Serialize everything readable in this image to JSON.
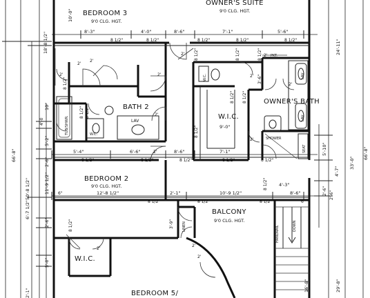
{
  "rooms": {
    "bedroom3": "BEDROOM 3",
    "bedroom3_sub": "9'0 CLG. HGT.",
    "owners_suite": "OWNER'S SUITE",
    "owners_suite_sub": "9'0 CLG. HGT.",
    "bath2": "BATH 2",
    "lav": "LAV",
    "tub_shwr": "TUB/SHWR.",
    "wc": "W.C.",
    "wic": "W.I.C.",
    "wic_sub": "9'-0\"",
    "owners_bath": "OWNER'S BATH",
    "shower": "SHOWER",
    "seat": "SEAT",
    "lav2": "LAV",
    "lav3": "LAV",
    "wc2": "W.C.",
    "bedroom2": "BEDROOM 2",
    "bedroom2_sub": "9'0 CLG. HGT.",
    "balcony": "BALCONY",
    "balcony_sub": "9'0 CLG. HGT.",
    "linen": "LINEN",
    "wic2": "W.I.C.",
    "bedroom5": "BEDROOM 5/",
    "down": "DOWN",
    "handrail": "HANDRAIL",
    "pkt": "PKT."
  },
  "dims": {
    "d_10_0": "10'-0\"",
    "d_18_8": "18'-8 1/2\"",
    "d_8_3": "8'-3\"",
    "d_4_0": "4'-0\"",
    "d_8_6": "8'-6\"",
    "d_7_1": "7'-1\"",
    "d_5_6": "5'-6\"",
    "d_24_11": "24'-11\"",
    "d_66_8": "66'-8\"",
    "d_66_8b": "66'-8\"",
    "d_50_8": "50'-8 1/2\"",
    "d_10": "10\"",
    "d_5_2": "5'-2\"",
    "d_2_6": "2'-6\"",
    "d_5_4": "5'-4\"",
    "d_6_6": "6'-6\"",
    "d_8_6b": "8'-6\"",
    "d_7_1b": "7'-1\"",
    "d_5_10": "5'-10\"",
    "d_4_7": "4'-7\"",
    "d_11_9": "11'-9 1/2\"",
    "d_6_7": "6'-7 1/2\"",
    "d_12_8": "12'-8 1/2\"",
    "d_2_1": "2'-1\"",
    "d_10_9": "10'-9 1/2\"",
    "d_4_3": "4'-3\"",
    "d_8_6c": "8'-6\"",
    "d_2_6b": "2'-6\"",
    "d_2_6c": "2'-6\"",
    "d_2_6d": "2'-6\"",
    "d_3_9": "3'-9\"",
    "d_5_0": "5'-0\"",
    "d_29_8": "29'-8\"",
    "d_33_0": "33'-0\"",
    "d_16_8": "16'-8\"",
    "d_2": "2'",
    "d_2b": "2'",
    "d_2c": "2'",
    "d_2d": "2'",
    "d_2e": "2'",
    "d_2f": "2'",
    "d_2g": "2'",
    "d_2h": "2'",
    "d_2i": "2'",
    "d_2j": "2'",
    "d_2k": "2'",
    "d_2l": "2'",
    "d_2m": "2'",
    "d_2n": "2'",
    "d_8half_1": "8 1/2\"",
    "d_8half_2": "8 1/2\"",
    "d_8half_3": "8 1/2\"",
    "d_8half_4": "8 1/2\"",
    "d_8half_5": "8 1/2\"",
    "d_8half_6": "8 1/2\"",
    "d_8half_7": "8 1/2\"",
    "d_8half_8": "8 1/2\"",
    "d_8half_9": "8 1/2\"",
    "d_8half_10": "8 1/2\"",
    "d_8half_11": "8 1/2\"",
    "d_8half_12": "8 1/2\"",
    "d_8half_13": "8 1/2\"",
    "d_8half_14": "8 1/2\"",
    "d_8half_15": "8 1/2\"",
    "d_8half_16": "8 1/2\"",
    "d_8half_17": "8 1/2\"",
    "d_8half_18": "8 1/2\"",
    "d_8half_19": "8 1/2\"",
    "d_8half_20": "8 1/2\"",
    "d_8half_21": "8 1/2\"",
    "d_8half_22": "8 1/2\"",
    "d_8half_23": "8 1/2\"",
    "d_8half_24": "8 1/2\"",
    "d_6": "6\"",
    "d_6b": "6\"",
    "d_6c": "6\"",
    "d_2_1b": "2'-1\"",
    "d_3_6": "3'-6\""
  }
}
